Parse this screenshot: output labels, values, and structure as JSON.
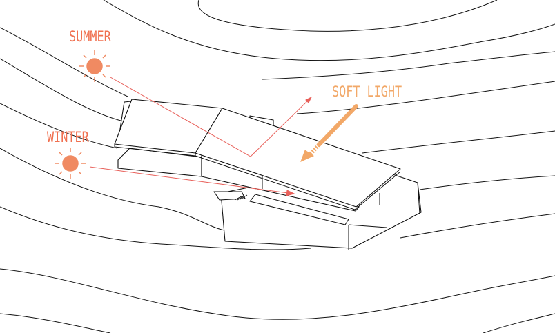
{
  "labels": {
    "summer": "SUMMER",
    "winter": "WINTER",
    "soft_light": "SOFT LIGHT"
  },
  "colors": {
    "sun": "#f08a62",
    "sun_label": "#f07050",
    "ray": "#e8605a",
    "soft_light": "#f2a868",
    "lines": "#111111"
  }
}
